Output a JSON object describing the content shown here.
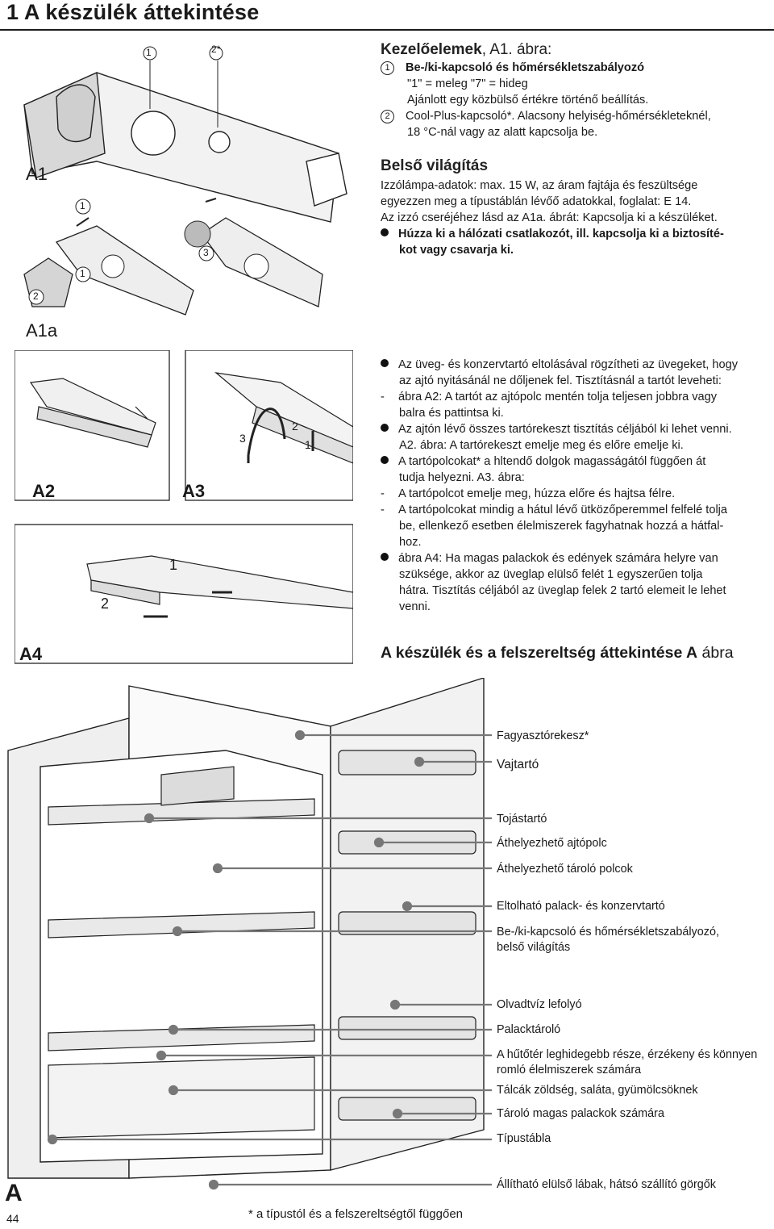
{
  "title": "1 A készülék áttekintése",
  "figures": {
    "a1": "A1",
    "a1a": "A1a",
    "a2": "A2",
    "a3": "A3",
    "a4": "A4",
    "callout_1": "1",
    "callout_2": "2",
    "callout_2star": "2*",
    "callout_3": "3"
  },
  "controls": {
    "heading_bold": "Kezelőelemek",
    "heading_rest": ", A1. ábra:",
    "item1_num": "1",
    "item1_text": "Be-/ki-kapcsoló és hőmérsékletszabályozó",
    "item1_line2": "\"1\" = meleg      \"7\" = hideg",
    "item1_line3": "Ajánlott egy közbülső értékre történő beállítás.",
    "item2_num": "2",
    "item2_text": "Cool-Plus-kapcsoló*. Alacsony helyiség-hőmérsékleteknél,",
    "item2_line2": "18 °C-nál vagy az alatt kapcsolja be."
  },
  "lighting": {
    "heading": "Belső világítás",
    "line1": "Izzólámpa-adatok: max. 15 W, az áram fajtája és feszültsége",
    "line2": "egyezzen meg a típustáblán lévőő adatokkal, foglalat: E 14.",
    "line3": "Az izzó cseréjéhez lásd az A1a. ábrát: Kapcsolja ki a készüléket.",
    "line4": "Húzza ki a hálózati csatlakozót, ill. kapcsolja ki a biztosíté-",
    "line5": "kot vagy csavarja ki."
  },
  "shelves": {
    "p1_l1": "Az üveg- és konzervtartó eltolásával rögzítheti az üvegeket, hogy",
    "p1_l2": "az ajtó nyitásánál ne dőljenek fel. Tisztításnál a tartót leveheti:",
    "p1_l3": "ábra A2: A tartót az ajtópolc mentén tolja teljesen jobbra vagy",
    "p1_l4": "balra és pattintsa ki.",
    "p2_l1": "Az ajtón lévő összes tartórekeszt tisztítás céljából ki lehet venni.",
    "p2_l2": "A2. ábra: A tartórekeszt emelje meg és előre emelje ki.",
    "p3_l1": "A tartópolcokat* a hltendő dolgok magasságától függően át",
    "p3_l2": "tudja helyezni. A3. ábra:",
    "p3_l3": "A tartópolcot emelje meg, húzza előre és hajtsa félre.",
    "p3_l4": "A tartópolcokat mindig a hátul lévő ütközőperemmel felfelé tolja",
    "p3_l5": "be, ellenkező esetben élelmiszerek fagyhatnak hozzá a hátfal-",
    "p3_l6": "hoz.",
    "p4_l1": "ábra A4: Ha magas palackok és edények számára helyre van",
    "p4_l2": "szüksége, akkor az üveglap elülső felét 1 egyszerűen tolja",
    "p4_l3": "hátra.  Tisztítás céljából az üveglap felek 2  tartó elemeit le lehet",
    "p4_l4": "venni."
  },
  "overview": {
    "heading_bold": "A készülék és a felszereltség áttekintése A",
    "heading_rest": " ábra"
  },
  "callouts": [
    "Fagyasztórekesz*",
    "Vajtartó",
    "Tojástartó",
    "Áthelyezhető ajtópolc",
    "Áthelyezhető tároló polcok",
    "Eltolható palack- és konzervtartó",
    "Be-/ki-kapcsoló és hőmérsékletszabályozó,",
    "belső világítás",
    "Olvadtvíz lefolyó",
    "Palacktároló",
    "A hűtőtér leghidegebb része, érzékeny és könnyen",
    "romló élelmiszerek számára",
    "Tálcák zöldség, saláta, gyümölcsöknek",
    "Tároló magas palackok számára",
    "Típustábla",
    "Állítható elülső lábak, hátsó szállító görgők"
  ],
  "footer": {
    "fig_letter": "A",
    "page_number": "44",
    "note": "* a típustól és a felszereltségtől függően"
  }
}
